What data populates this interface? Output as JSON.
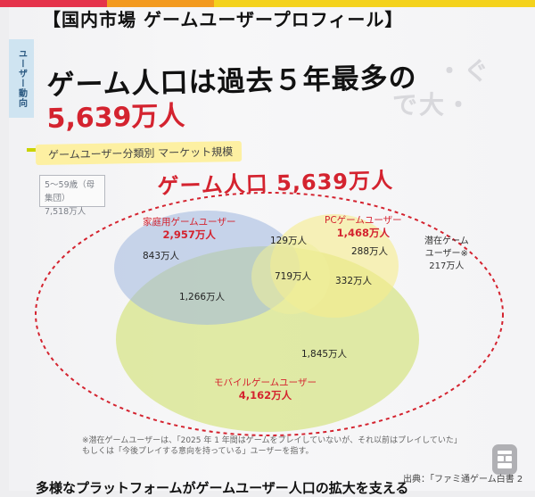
{
  "header": {
    "title": "【国内市場 ゲームユーザープロフィール】"
  },
  "side_tab": {
    "label": "ユーザー動向"
  },
  "headline": {
    "line1": "ゲーム人口は過去５年最多の",
    "line2": "5,639万人"
  },
  "subheading": "ゲームユーザー分類別 マーケット規模",
  "population_base": {
    "line1": "5～59歳（母集団）",
    "line2": "7,518万人"
  },
  "chart_title": "ゲーム人口 5,639万人",
  "chart_data": {
    "type": "venn",
    "title": "ゲーム人口 5,639万人",
    "unit": "万人",
    "total": 5639,
    "population_base": 7518,
    "sets": [
      {
        "name": "家庭用ゲームユーザー",
        "label": "2,957万人",
        "value": 2957
      },
      {
        "name": "PCゲームユーザー",
        "label": "1,468万人",
        "value": 1468
      },
      {
        "name": "モバイルゲームユーザー",
        "label": "4,162万人",
        "value": 4162
      }
    ],
    "regions": [
      {
        "sets": [
          "家庭用"
        ],
        "label": "843万人",
        "value": 843
      },
      {
        "sets": [
          "家庭用",
          "PC"
        ],
        "label": "129万人",
        "value": 129
      },
      {
        "sets": [
          "PC"
        ],
        "label": "288万人",
        "value": 288
      },
      {
        "sets": [
          "家庭用",
          "PC",
          "モバイル"
        ],
        "label": "719万人",
        "value": 719
      },
      {
        "sets": [
          "PC",
          "モバイル"
        ],
        "label": "332万人",
        "value": 332
      },
      {
        "sets": [
          "家庭用",
          "モバイル"
        ],
        "label": "1,266万人",
        "value": 1266
      },
      {
        "sets": [
          "モバイル"
        ],
        "label": "1,845万人",
        "value": 1845
      }
    ],
    "latent": {
      "label": "潜在ゲーム\nユーザー※\n217万人",
      "line1": "潜在ゲーム",
      "line2": "ユーザー※",
      "line3": "217万人",
      "value": 217
    },
    "colors": {
      "home": "#9fb7de",
      "pc": "#f7ec8c",
      "mobile": "#d9e690",
      "outline": "#d4232f"
    }
  },
  "footnote": {
    "line1": "※潜在ゲームユーザーは、「2025 年 1 年間はゲームをプレイしていないが、それ以前はプレイしていた」",
    "line2": "もしくは「今後プレイする意向を持っている」ユーザーを指す。"
  },
  "source": "出典：「ファミ通ゲーム白書 2",
  "bottom_text": "多様なプラットフォームがゲームユーザー人口の拡大を支える",
  "icons": [
    "tile-icon"
  ]
}
